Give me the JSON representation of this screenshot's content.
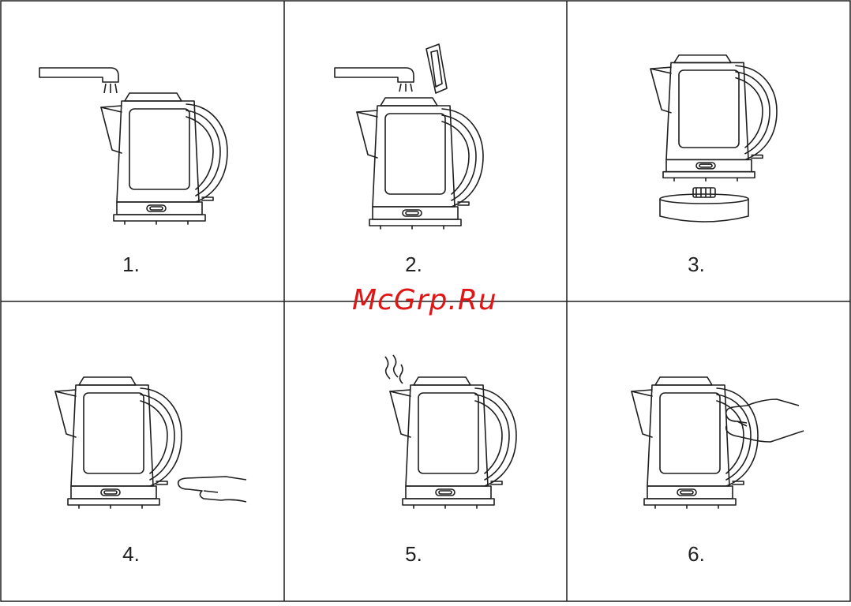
{
  "watermark": "McGrp.Ru",
  "colors": {
    "line": "#1e1e1e",
    "watermark": "#e01616",
    "background": "#ffffff"
  },
  "steps": [
    {
      "number": "1.",
      "illustration": "fill-kettle-at-tap"
    },
    {
      "number": "2.",
      "illustration": "fill-kettle-lid-open"
    },
    {
      "number": "3.",
      "illustration": "place-kettle-on-base"
    },
    {
      "number": "4.",
      "illustration": "press-switch"
    },
    {
      "number": "5.",
      "illustration": "kettle-boiling-steam"
    },
    {
      "number": "6.",
      "illustration": "lift-kettle-by-handle"
    }
  ]
}
